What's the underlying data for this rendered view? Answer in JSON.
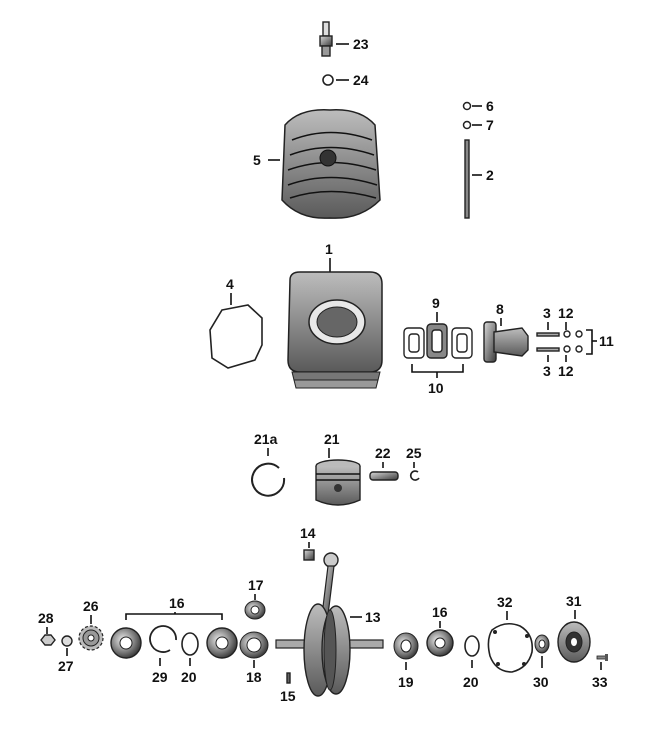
{
  "labels": {
    "l1": "1",
    "l2": "2",
    "l3a": "3",
    "l3b": "3",
    "l4": "4",
    "l5": "5",
    "l6": "6",
    "l7": "7",
    "l8": "8",
    "l9": "9",
    "l10": "10",
    "l11": "11",
    "l12a": "12",
    "l12b": "12",
    "l13": "13",
    "l14": "14",
    "l15": "15",
    "l16a": "16",
    "l16b": "16",
    "l17": "17",
    "l18": "18",
    "l19": "19",
    "l20a": "20",
    "l20b": "20",
    "l21": "21",
    "l21a": "21a",
    "l22": "22",
    "l23": "23",
    "l24": "24",
    "l25": "25",
    "l26": "26",
    "l27": "27",
    "l28": "28",
    "l29": "29",
    "l30": "30",
    "l31": "31",
    "l32": "32",
    "l33": "33"
  }
}
